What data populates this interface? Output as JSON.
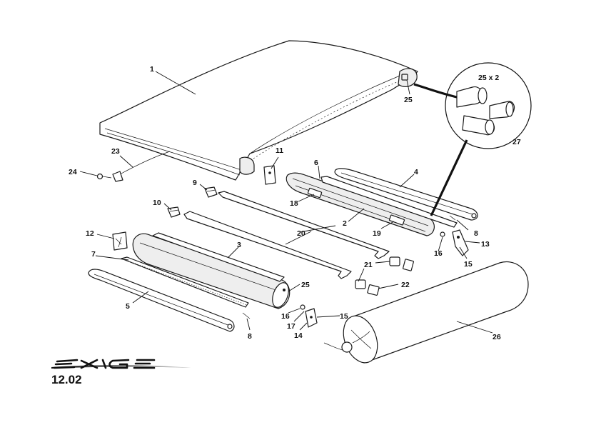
{
  "brand": {
    "logo_text": "EXIGE"
  },
  "page_code": "12.02",
  "callouts": {
    "c1": "1",
    "c2": "2",
    "c3": "3",
    "c4": "4",
    "c5": "5",
    "c6": "6",
    "c7": "7",
    "c8a": "8",
    "c8b": "8",
    "c9": "9",
    "c10": "10",
    "c11": "11",
    "c12": "12",
    "c13": "13",
    "c14": "14",
    "c15a": "15",
    "c15b": "15",
    "c16a": "16",
    "c16b": "16",
    "c17": "17",
    "c18": "18",
    "c19": "19",
    "c20": "20",
    "c21": "21",
    "c22": "22",
    "c23": "23",
    "c24": "24",
    "c25a": "25",
    "c25b": "25",
    "c25x2": "25 x 2",
    "c26": "26",
    "c27": "27"
  }
}
